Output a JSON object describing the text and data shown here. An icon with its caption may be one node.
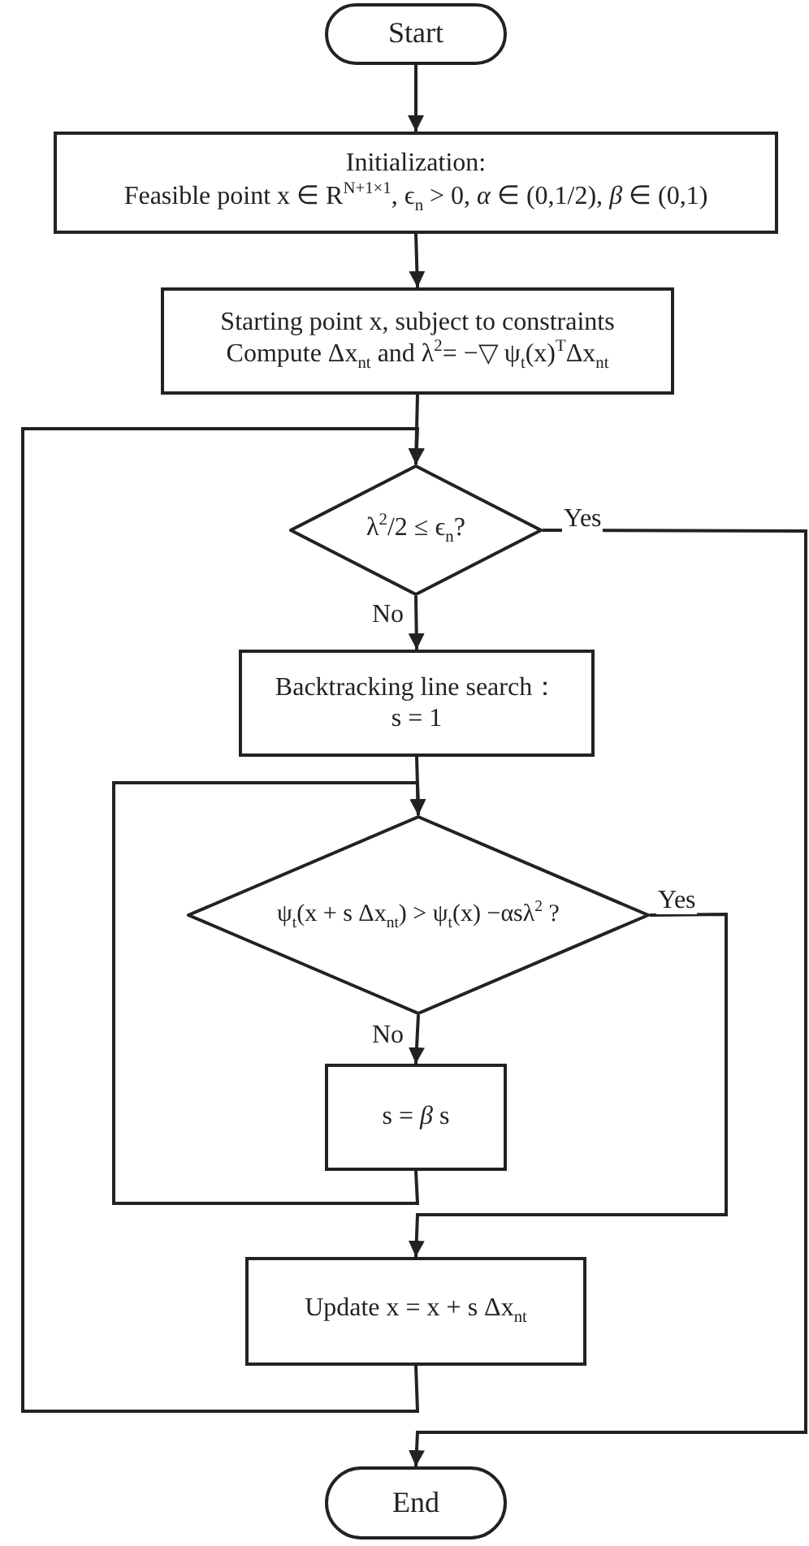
{
  "diagram": {
    "nodes": [
      {
        "text": [
          "Start"
        ]
      },
      {
        "text": [
          "Initialization:",
          "Feasible point x ∈ R$^{N+1×1}$, ϵ$_{n}$ > 0, *α* ∈ (0,1/2), *β* ∈ (0,1)"
        ]
      },
      {
        "text": [
          "Starting point x, subject to constraints",
          "Compute Δx$_{nt}$ and λ$^{2}$= −▽ ψ$_{t}$(x)$^{T}$Δx$_{nt}$"
        ]
      },
      {
        "text": [
          "λ$^{2}$/2 ≤ ϵ$_{n}$?"
        ]
      },
      {
        "text": [
          "Backtracking line search：",
          "s = 1"
        ]
      },
      {
        "text": [
          "ψ$_{t}$(x + s Δx$_{nt}$) > ψ$_{t}$(x) −αsλ$^{2}$ ?"
        ]
      },
      {
        "text": [
          "s = *β* s"
        ]
      },
      {
        "text": [
          "Update x = x + s Δx$_{nt}$"
        ]
      },
      {
        "text": [
          "End"
        ]
      }
    ],
    "edges": [
      {
        "from": 0,
        "to": 1,
        "arrow": "to"
      },
      {
        "from": 1,
        "to": 2,
        "arrow": "to"
      },
      {
        "from": 2,
        "to": 3,
        "arrow": "to"
      },
      {
        "from": 3,
        "to": 4,
        "arrow": "to",
        "label": "No"
      },
      {
        "from": 3,
        "to": 8,
        "arrow": "to",
        "label": "Yes"
      },
      {
        "from": 4,
        "to": 5,
        "arrow": "to"
      },
      {
        "from": 5,
        "to": 6,
        "arrow": "to",
        "label": "No"
      },
      {
        "from": 6,
        "to": 5,
        "arrow": "to"
      },
      {
        "from": 5,
        "to": 7,
        "arrow": "to",
        "label": "Yes"
      },
      {
        "from": 7,
        "to": 3,
        "arrow": "to"
      }
    ]
  }
}
